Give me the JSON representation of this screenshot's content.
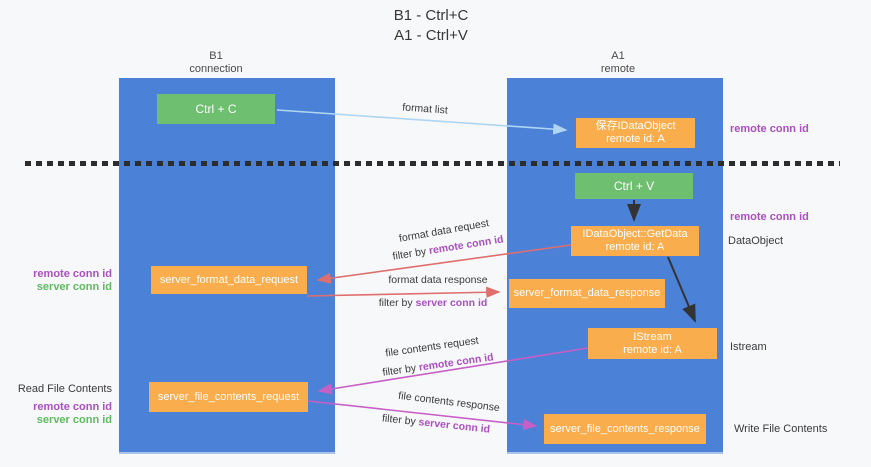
{
  "title": {
    "line1": "B1 - Ctrl+C",
    "line2": "A1 - Ctrl+V"
  },
  "lifelines": {
    "left": {
      "name": "B1",
      "role": "connection"
    },
    "right": {
      "name": "A1",
      "role": "remote"
    }
  },
  "nodes": {
    "ctrl_c": "Ctrl + C",
    "ctrl_v": "Ctrl + V",
    "save_idataobject_line1": "保存IDataObject",
    "save_idataobject_line2": "remote id: A",
    "getdata_line1": "IDataObject::GetData",
    "getdata_line2": "remote id: A",
    "istream_line1": "IStream",
    "istream_line2": "remote id: A",
    "server_format_data_request": "server_format_data_request",
    "server_format_data_response": "server_format_data_response",
    "server_file_contents_request": "server_file_contents_request",
    "server_file_contents_response": "server_file_contents_response"
  },
  "edge_labels": {
    "format_list": "format list",
    "format_data_request": "format data request",
    "format_data_response": "format data response",
    "file_contents_request": "file contents request",
    "file_contents_response": "file contents response",
    "filter_by": "filter by ",
    "remote_conn_id": "remote conn id",
    "server_conn_id": "server conn id"
  },
  "side_labels": {
    "remote_conn_id": "remote conn id",
    "server_conn_id": "server conn id",
    "dataobject": "DataObject",
    "istream": "Istream",
    "read_file_contents": "Read File Contents",
    "write_file_contents": "Write File Contents"
  },
  "colors": {
    "background": "#f7f8f9",
    "lifeline_blue": "#4b81d6",
    "node_green": "#6fbf70",
    "node_orange": "#f9ad4c",
    "arrow_red": "#df6e6e",
    "arrow_magenta": "#c75fc7",
    "arrow_light_blue": "#aed6f2",
    "arrow_black": "#333333",
    "text_purple": "#ab4fc3",
    "text_green": "#5fba60",
    "dashed_line": "#2d2d2d"
  }
}
